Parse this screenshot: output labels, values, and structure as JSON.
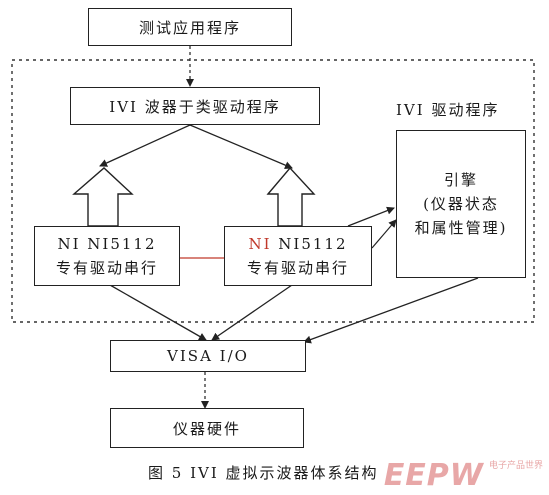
{
  "diagram": {
    "test_app": "测试应用程序",
    "class_driver": "IVI 波器于类驱动程序",
    "ivi_driver_label": "IVI 驱动程序",
    "engine": {
      "line1": "引擎",
      "line2": "(仪器状态",
      "line3": "和属性管理)"
    },
    "driver_left": {
      "line1": "NI  NI5112",
      "line2": "专有驱动串行"
    },
    "driver_right": {
      "line1_accent": "NI",
      "line1_rest": " NI5112",
      "line2": "专有驱动串行"
    },
    "visa": "VISA  I/O",
    "hardware": "仪器硬件",
    "caption": "图 5   IVI 虚拟示波器体系结构",
    "watermark": {
      "brand": "EEPW",
      "sub": "电子产品世界"
    },
    "colors": {
      "accent_red": "#c0392b",
      "line": "#222222",
      "watermark": "#e8a7a7"
    }
  }
}
